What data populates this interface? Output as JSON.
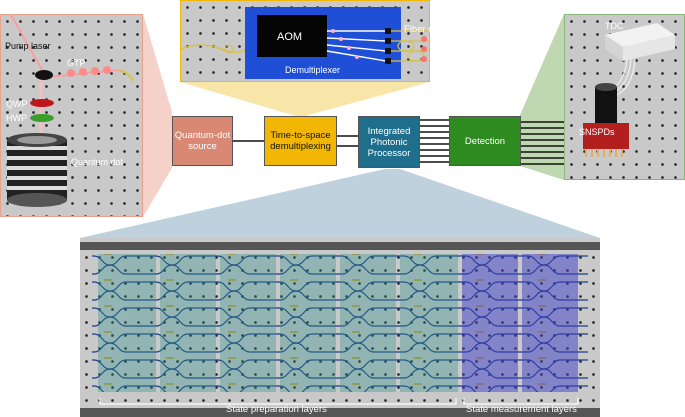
{
  "source": {
    "labels": {
      "pump_laser": "Pump laser",
      "gtp": "GTP",
      "qwp": "QWP",
      "hwp": "HWP",
      "quantum_dot": "Quantum dot"
    }
  },
  "demux_panel": {
    "aom": "AOM",
    "demultiplexer": "Demultiplexer",
    "fiber_delays": "Fiber delays"
  },
  "detection_panel": {
    "tdc": "TDC",
    "snspds": "SNSPDs"
  },
  "flow": {
    "source": {
      "line1": "Quantum-dot",
      "line2": "source"
    },
    "demux": {
      "line1": "Time-to-space",
      "line2": "demultiplexing"
    },
    "processor": {
      "line1": "Integrated",
      "line2": "Photonic",
      "line3": "Processor"
    },
    "detection": {
      "line1": "Detection"
    }
  },
  "chip": {
    "state_preparation": "State preparation layers",
    "state_measurement": "State measurement layers"
  },
  "colors": {
    "source": "#d98873",
    "demux": "#f2b705",
    "processor": "#1f6e8c",
    "detection": "#2e8b1f",
    "wedge_source": "#f2c9c0",
    "wedge_demux": "#f7e3a0",
    "wedge_detection": "#b9d4a8",
    "wedge_processor": "#b8ccd9"
  }
}
